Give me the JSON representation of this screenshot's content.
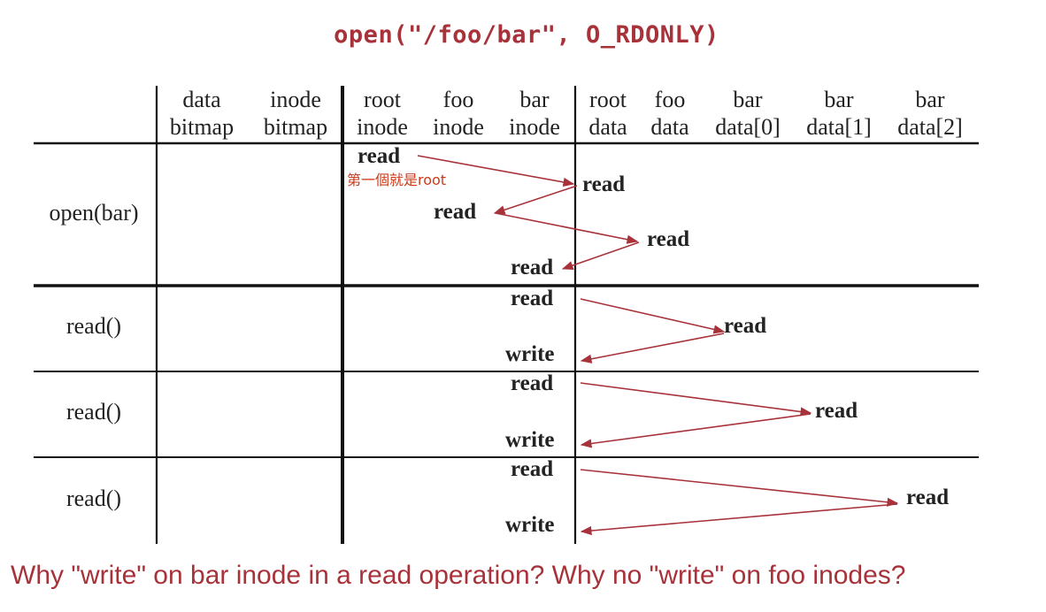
{
  "title": "open(\"/foo/bar\", O_RDONLY)",
  "question": "Why \"write\" on bar inode in a read operation? Why no \"write\" on foo inodes?",
  "accent_color": "#a8323a",
  "note_color": "#cc3a1a",
  "columns": [
    {
      "line1": "data",
      "line2": "bitmap"
    },
    {
      "line1": "inode",
      "line2": "bitmap"
    },
    {
      "line1": "root",
      "line2": "inode"
    },
    {
      "line1": "foo",
      "line2": "inode"
    },
    {
      "line1": "bar",
      "line2": "inode"
    },
    {
      "line1": "root",
      "line2": "data"
    },
    {
      "line1": "foo",
      "line2": "data"
    },
    {
      "line1": "bar",
      "line2": "data[0]"
    },
    {
      "line1": "bar",
      "line2": "data[1]"
    },
    {
      "line1": "bar",
      "line2": "data[2]"
    }
  ],
  "rows": [
    {
      "label": "open(bar)",
      "ops": [
        {
          "column": "root inode",
          "text": "read"
        },
        {
          "column": "root data",
          "text": "read"
        },
        {
          "column": "foo inode",
          "text": "read"
        },
        {
          "column": "foo data",
          "text": "read"
        },
        {
          "column": "bar inode",
          "text": "read"
        }
      ]
    },
    {
      "label": "read()",
      "ops": [
        {
          "column": "bar inode",
          "text": "read"
        },
        {
          "column": "bar data[0]",
          "text": "read"
        },
        {
          "column": "bar inode",
          "text": "write"
        }
      ]
    },
    {
      "label": "read()",
      "ops": [
        {
          "column": "bar inode",
          "text": "read"
        },
        {
          "column": "bar data[1]",
          "text": "read"
        },
        {
          "column": "bar inode",
          "text": "write"
        }
      ]
    },
    {
      "label": "read()",
      "ops": [
        {
          "column": "bar inode",
          "text": "read"
        },
        {
          "column": "bar data[2]",
          "text": "read"
        },
        {
          "column": "bar inode",
          "text": "write"
        }
      ]
    }
  ],
  "annotation": "第一個就是root"
}
